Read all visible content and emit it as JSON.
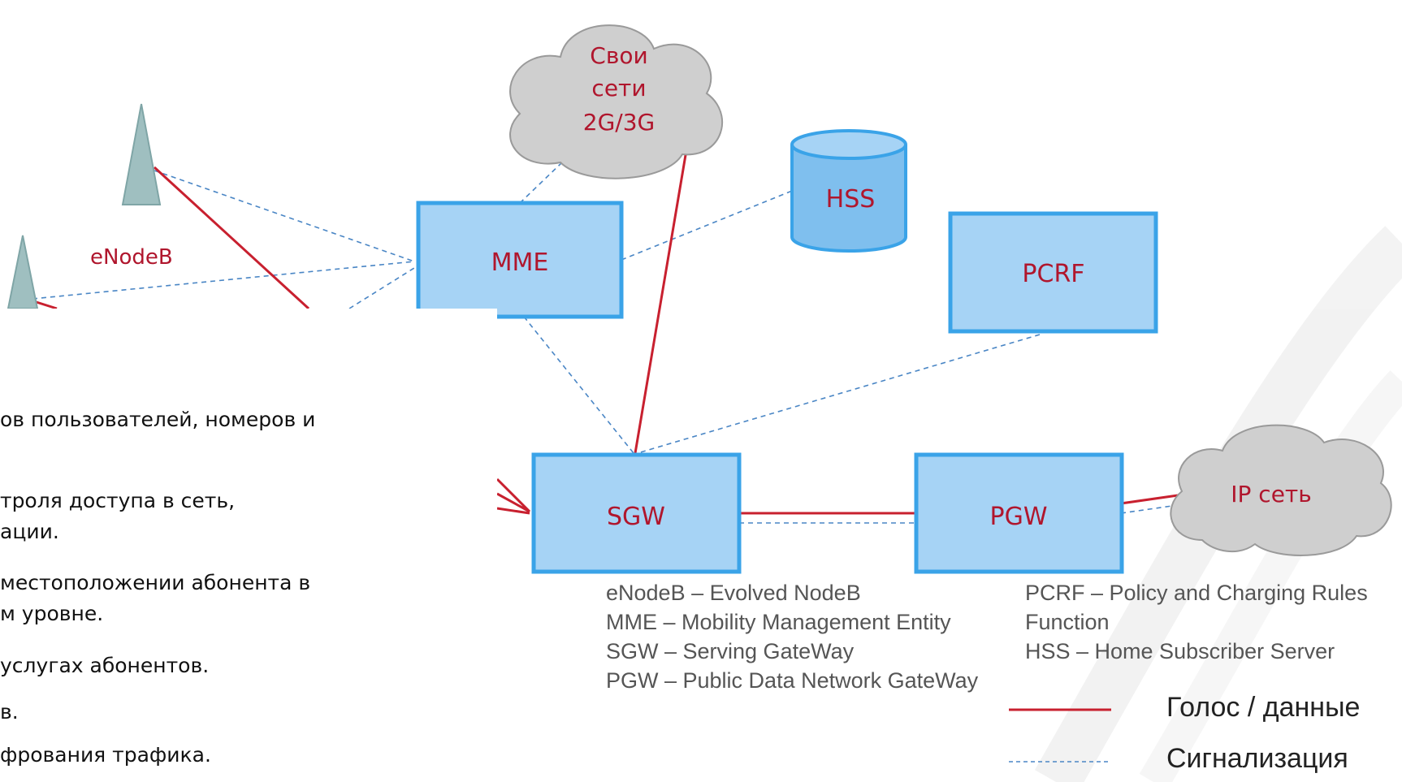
{
  "diagram": {
    "nodes": {
      "mme": "MME",
      "hss": "HSS",
      "pcrf": "PCRF",
      "sgw": "SGW",
      "pgw": "PGW",
      "enodeb": "eNodeB"
    },
    "clouds": {
      "own_networks": [
        "Свои",
        "сети",
        "2G/3G"
      ],
      "ip_network": "IP сеть"
    }
  },
  "text_panel": {
    "lines": [
      "ов пользователей, номеров и",
      "троля доступа в сеть,",
      "ации.",
      "местоположении абонента в",
      "м уровне.",
      " услугах абонентов.",
      "в.",
      "фрования трафика."
    ]
  },
  "abbreviations": {
    "left": [
      "eNodeB – Evolved NodeB",
      "MME – Mobility Management Entity",
      "SGW – Serving GateWay",
      "PGW – Public Data Network GateWay"
    ],
    "right": [
      "PCRF – Policy and Charging Rules",
      "Function",
      "HSS – Home Subscriber Server"
    ]
  },
  "legend": {
    "voice_data": "Голос / данные",
    "signaling": "Сигнализация"
  },
  "colors": {
    "box_fill": "#a6d3f5",
    "box_border": "#3aa3e8",
    "label_red": "#b0162d",
    "voice_line": "#c8202f",
    "signal_line": "#4a86c5",
    "cloud_fill": "#cfcfcf"
  }
}
